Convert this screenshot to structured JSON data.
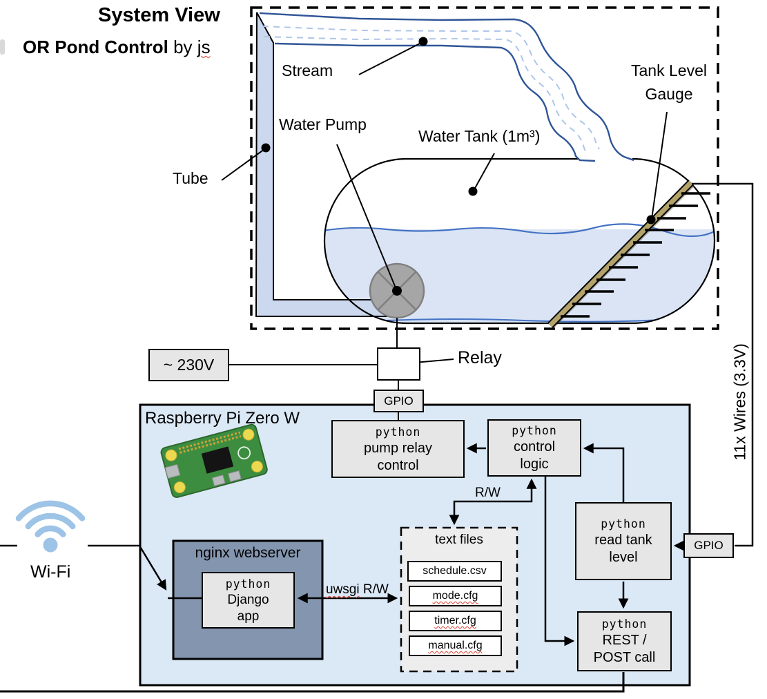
{
  "title": "System View",
  "subtitle": {
    "bold": "OR Pond Control",
    "by": "by",
    "name": "js"
  },
  "scene": {
    "stream_label": "Stream",
    "tube_label": "Tube",
    "water_pump_label": "Water Pump",
    "water_tank_label": "Water Tank (1m³)",
    "gauge_label_line1": "Tank Level",
    "gauge_label_line2": "Gauge"
  },
  "power": {
    "mains": "~ 230V",
    "relay": "Relay",
    "gpio": "GPIO"
  },
  "wifi_label": "Wi-Fi",
  "wires_label": "11x Wires (3.3V)",
  "pi": {
    "title": "Raspberry Pi Zero W",
    "pump_relay": {
      "lang": "python",
      "line1": "pump relay",
      "line2": "control"
    },
    "control_logic": {
      "lang": "python",
      "line1": "control",
      "line2": "logic"
    },
    "read_tank": {
      "lang": "python",
      "line1": "read tank",
      "line2": "level"
    },
    "rest_post": {
      "lang": "python",
      "line1": "REST /",
      "line2": "POST call"
    },
    "nginx": "nginx webserver",
    "django": {
      "lang": "python",
      "line1": "Django",
      "line2": "app"
    },
    "gpio": "GPIO",
    "rw": "R/W",
    "uwsgi": "uwsgi",
    "uwsgi_rw": "R/W",
    "text_files": {
      "title": "text files",
      "files": [
        "schedule.csv",
        "mode.cfg",
        "timer.cfg",
        "manual.cfg"
      ]
    }
  },
  "colors": {
    "pi_bg": "#dbe8f5",
    "box_gray": "#e7e6e6",
    "nginx_bg": "#8496af",
    "water": "#dae4f4",
    "water_edge": "#4472c4",
    "stream_edge": "#2f5597",
    "stream_dash": "#aec6e8",
    "tube": "#ccd8ee",
    "pump": "#a6a6a6",
    "wifi": "#9dc3e6",
    "gauge": "#b3a269",
    "squiggle": "#e03c31"
  }
}
